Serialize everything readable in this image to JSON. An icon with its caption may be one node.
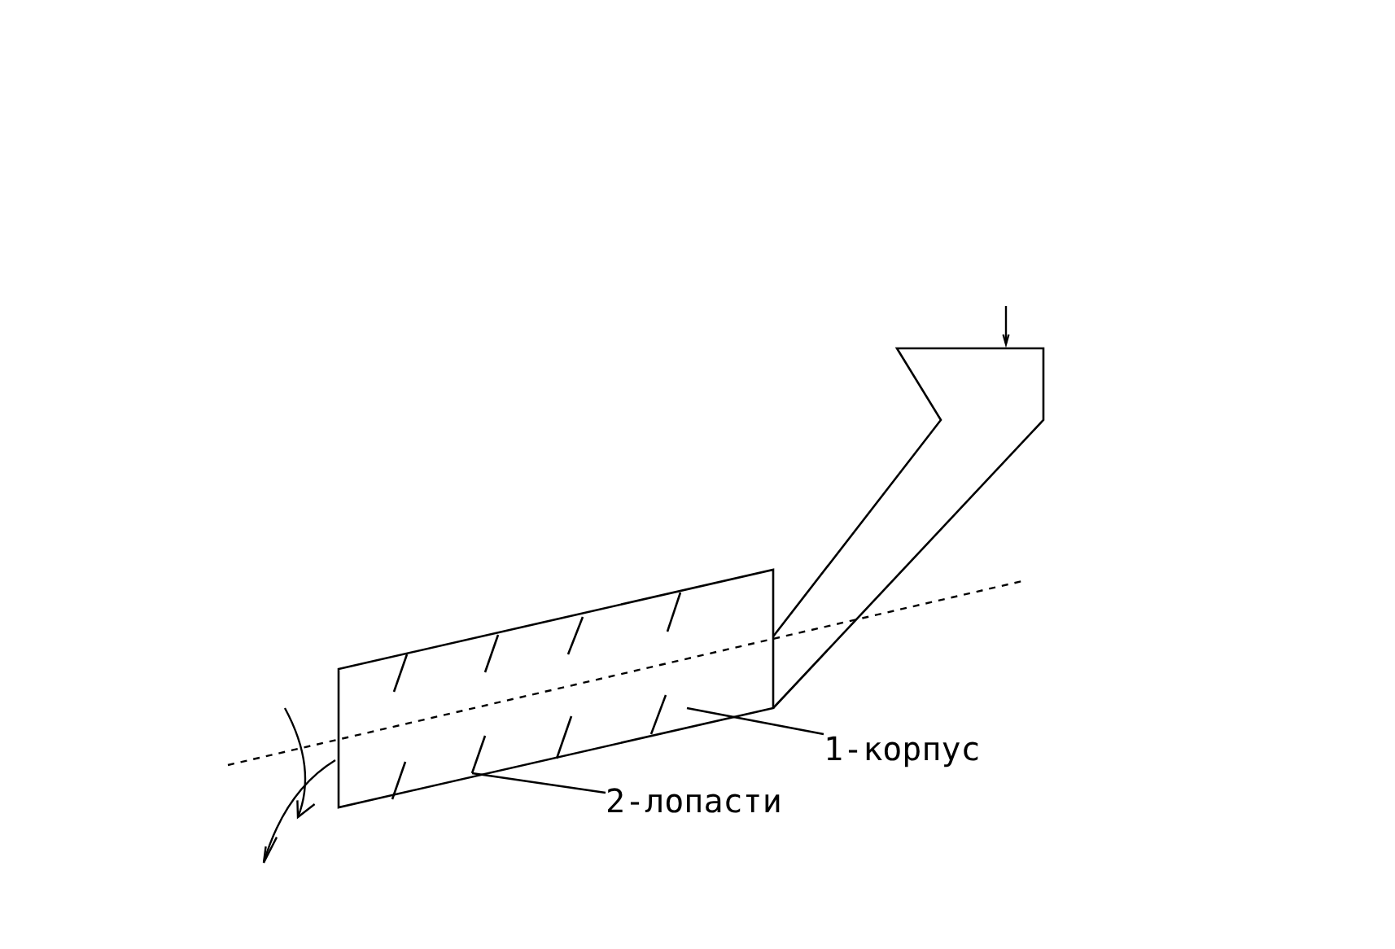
{
  "diagram": {
    "nodes": [
      {
        "text": [
          "1-корпус"
        ]
      },
      {
        "text": [],
        "shape": "box"
      },
      {
        "text": [
          "2-лопасти"
        ]
      },
      {
        "text": [],
        "shape": "bar",
        "in": 1
      }
    ],
    "edges": [
      {
        "from": 0,
        "to": 1,
        "arrow": "none"
      },
      {
        "from": 2,
        "to": 3,
        "arrow": "none"
      }
    ]
  }
}
